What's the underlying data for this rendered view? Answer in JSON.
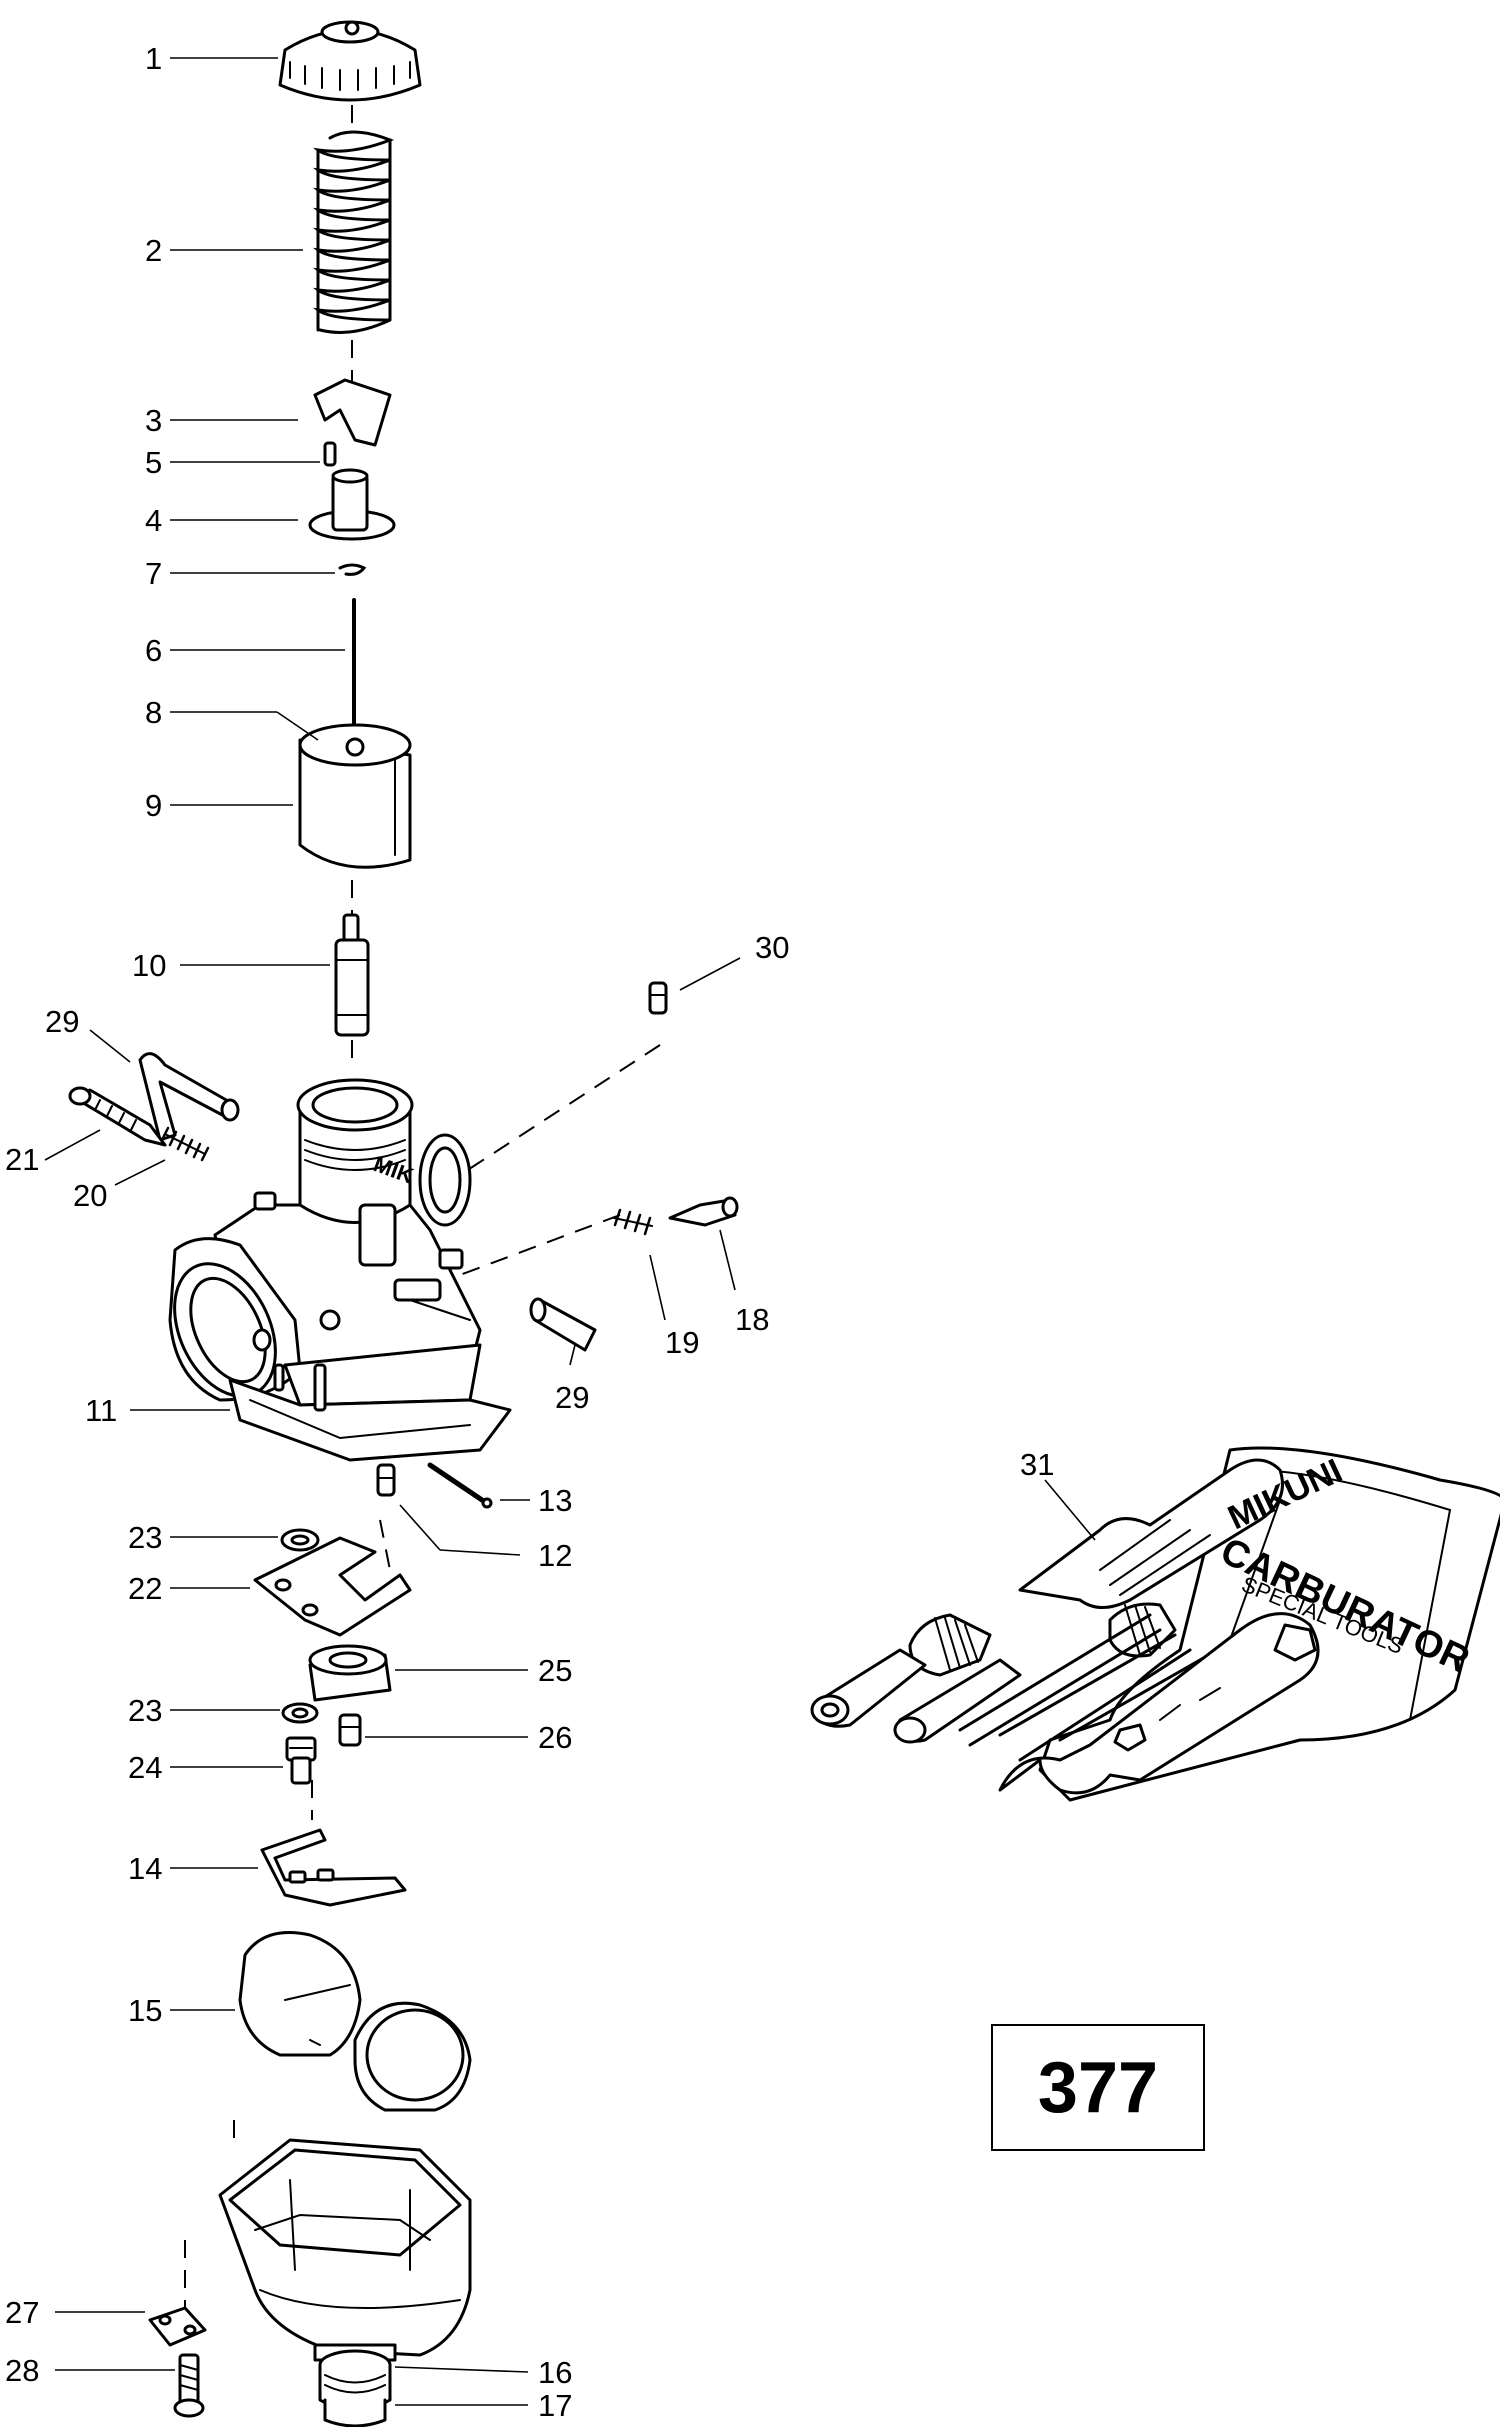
{
  "callouts": [
    {
      "id": "1",
      "label": "1"
    },
    {
      "id": "2",
      "label": "2"
    },
    {
      "id": "3",
      "label": "3"
    },
    {
      "id": "5",
      "label": "5"
    },
    {
      "id": "4",
      "label": "4"
    },
    {
      "id": "7",
      "label": "7"
    },
    {
      "id": "6",
      "label": "6"
    },
    {
      "id": "8",
      "label": "8"
    },
    {
      "id": "9",
      "label": "9"
    },
    {
      "id": "10",
      "label": "10"
    },
    {
      "id": "30",
      "label": "30"
    },
    {
      "id": "29a",
      "label": "29"
    },
    {
      "id": "21",
      "label": "21"
    },
    {
      "id": "20",
      "label": "20"
    },
    {
      "id": "19",
      "label": "19"
    },
    {
      "id": "18",
      "label": "18"
    },
    {
      "id": "29b",
      "label": "29"
    },
    {
      "id": "11",
      "label": "11"
    },
    {
      "id": "13",
      "label": "13"
    },
    {
      "id": "12",
      "label": "12"
    },
    {
      "id": "23a",
      "label": "23"
    },
    {
      "id": "22",
      "label": "22"
    },
    {
      "id": "25",
      "label": "25"
    },
    {
      "id": "23b",
      "label": "23"
    },
    {
      "id": "26",
      "label": "26"
    },
    {
      "id": "24",
      "label": "24"
    },
    {
      "id": "14",
      "label": "14"
    },
    {
      "id": "15",
      "label": "15"
    },
    {
      "id": "27",
      "label": "27"
    },
    {
      "id": "28",
      "label": "28"
    },
    {
      "id": "16",
      "label": "16"
    },
    {
      "id": "17",
      "label": "17"
    },
    {
      "id": "31",
      "label": "31"
    }
  ],
  "kit_lettering": {
    "line1": "MIKUNI",
    "line2": "CARBURATOR",
    "line3": "SPECIAL TOOLS"
  },
  "body_mark": "MIK",
  "reference_number": "377"
}
